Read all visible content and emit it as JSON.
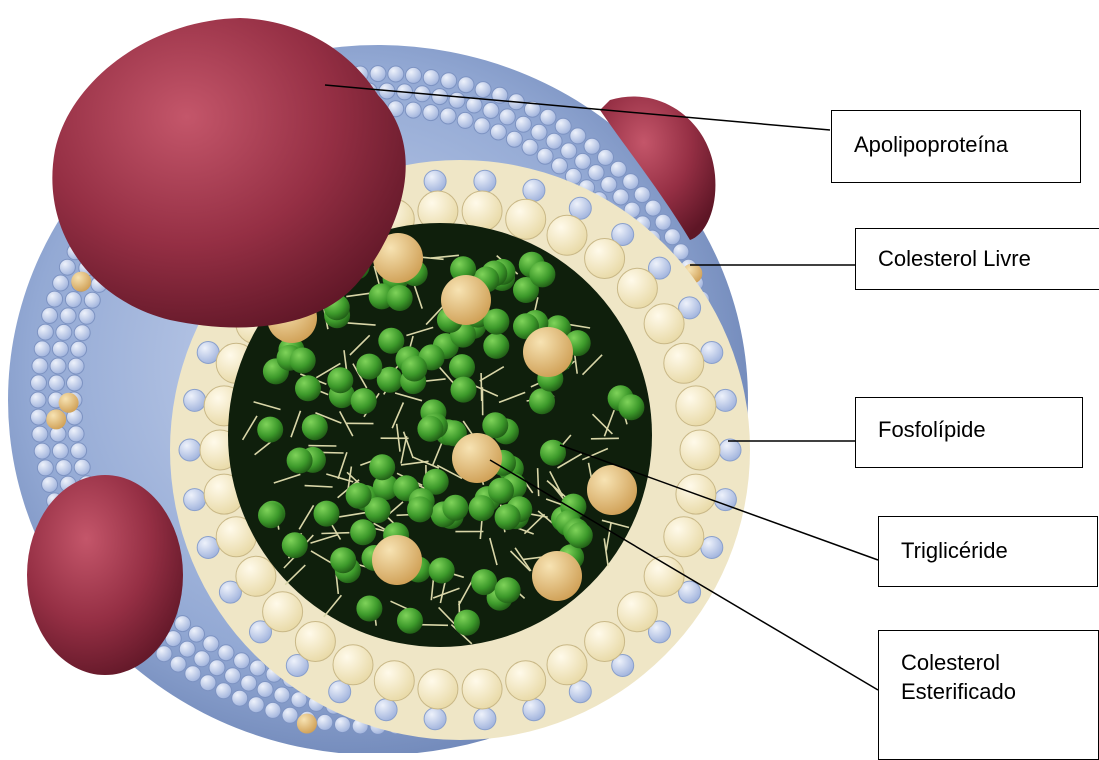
{
  "diagram": {
    "labels": {
      "apolipoprotein": "Apolipoproteína",
      "free_cholesterol": "Colesterol Livre",
      "phospholipid": "Fosfolípide",
      "triglyceride": "Triglicéride",
      "esterified_cholesterol_line1": "Colesterol",
      "esterified_cholesterol_line2": "Esterificado"
    },
    "colors": {
      "apolipoprotein": "#8c2a3c",
      "phospholipid_head": "#b8c8ea",
      "free_cholesterol": "#f3e8c0",
      "triglyceride": "#3f9a2e",
      "esterified_cholesterol": "#e3bf7a",
      "core_background": "#12240e",
      "outer_shell": "#8fa6cf"
    }
  }
}
